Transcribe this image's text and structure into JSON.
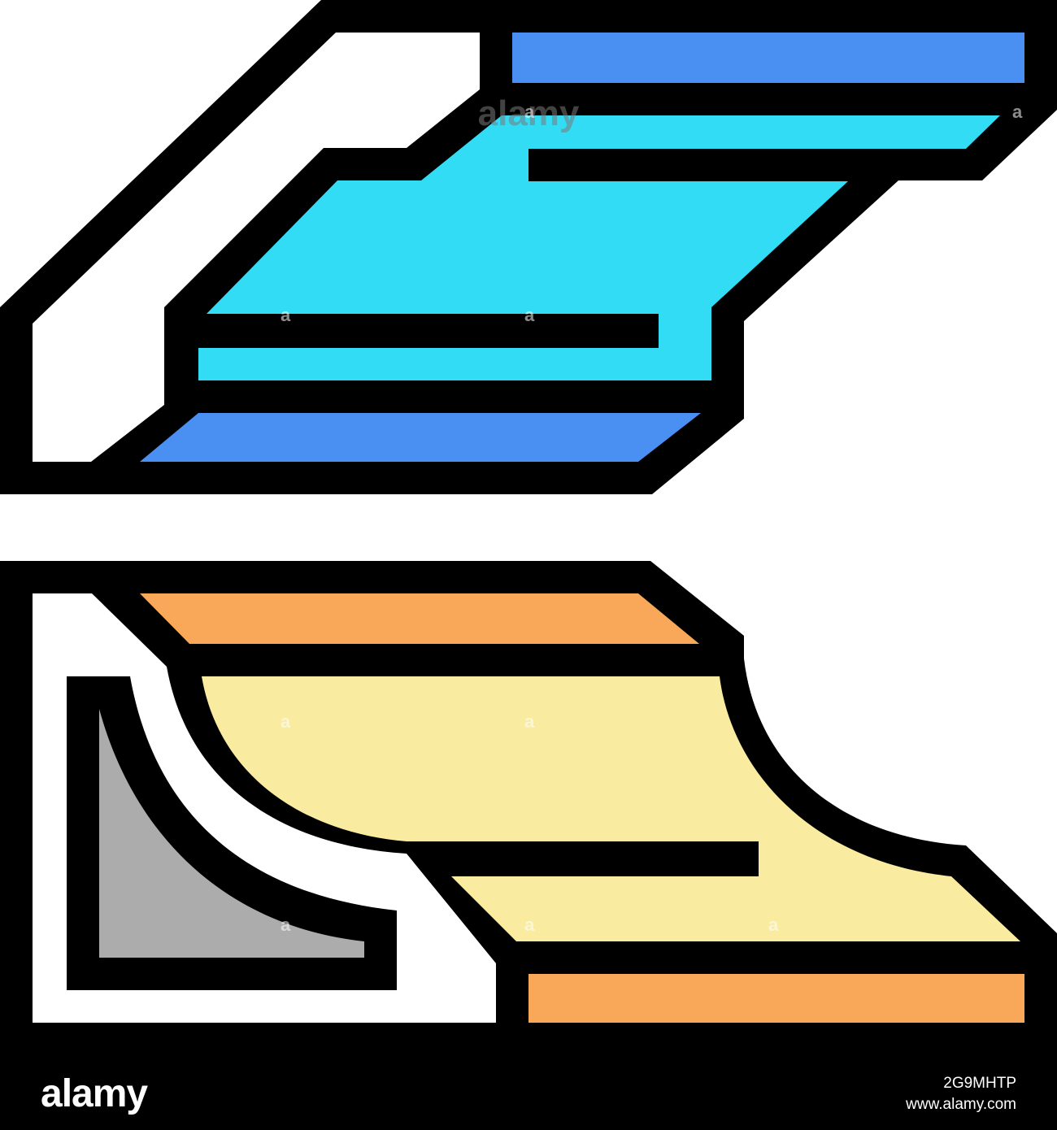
{
  "artwork": {
    "subject": "skate-ramps-icon",
    "colors": {
      "outline": "#000000",
      "background": "#ffffff",
      "top_ramp_dark_blue": "#4a90f2",
      "top_ramp_light_blue": "#33dcf5",
      "bottom_ramp_orange": "#f9a85a",
      "bottom_ramp_yellow": "#f9eba0",
      "bottom_ramp_grey": "#acacac"
    }
  },
  "watermark": {
    "text": "alamy",
    "small_mark": "a"
  },
  "footer": {
    "logo": "alamy",
    "image_id": "2G9MHTP",
    "site": "www.alamy.com"
  }
}
